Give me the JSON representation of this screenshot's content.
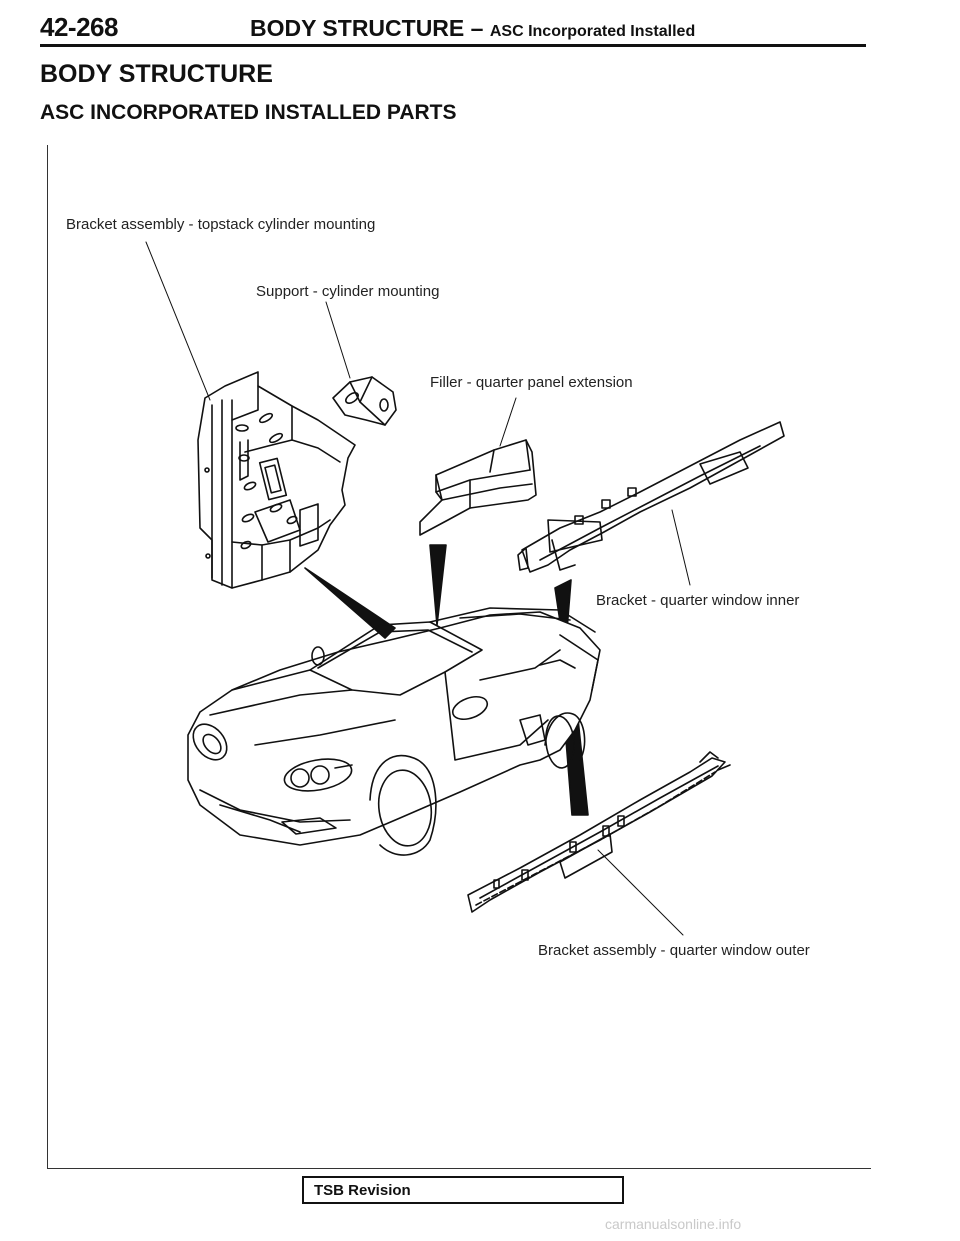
{
  "header": {
    "page_number": "42-268",
    "title": "BODY STRUCTURE",
    "separator": " – ",
    "subtitle": "ASC Incorporated Installed"
  },
  "section_title": "BODY STRUCTURE",
  "subsection_title": "ASC INCORPORATED INSTALLED PARTS",
  "callouts": {
    "bracket_topstack": "Bracket assembly - topstack cylinder mounting",
    "support_cylinder": "Support - cylinder mounting",
    "filler_quarter": "Filler - quarter panel extension",
    "bracket_inner": "Bracket - quarter window inner",
    "bracket_outer": "Bracket assembly - quarter window outer"
  },
  "footer": {
    "tsb_label": "TSB Revision"
  },
  "watermark": "carmanualsonline.info"
}
